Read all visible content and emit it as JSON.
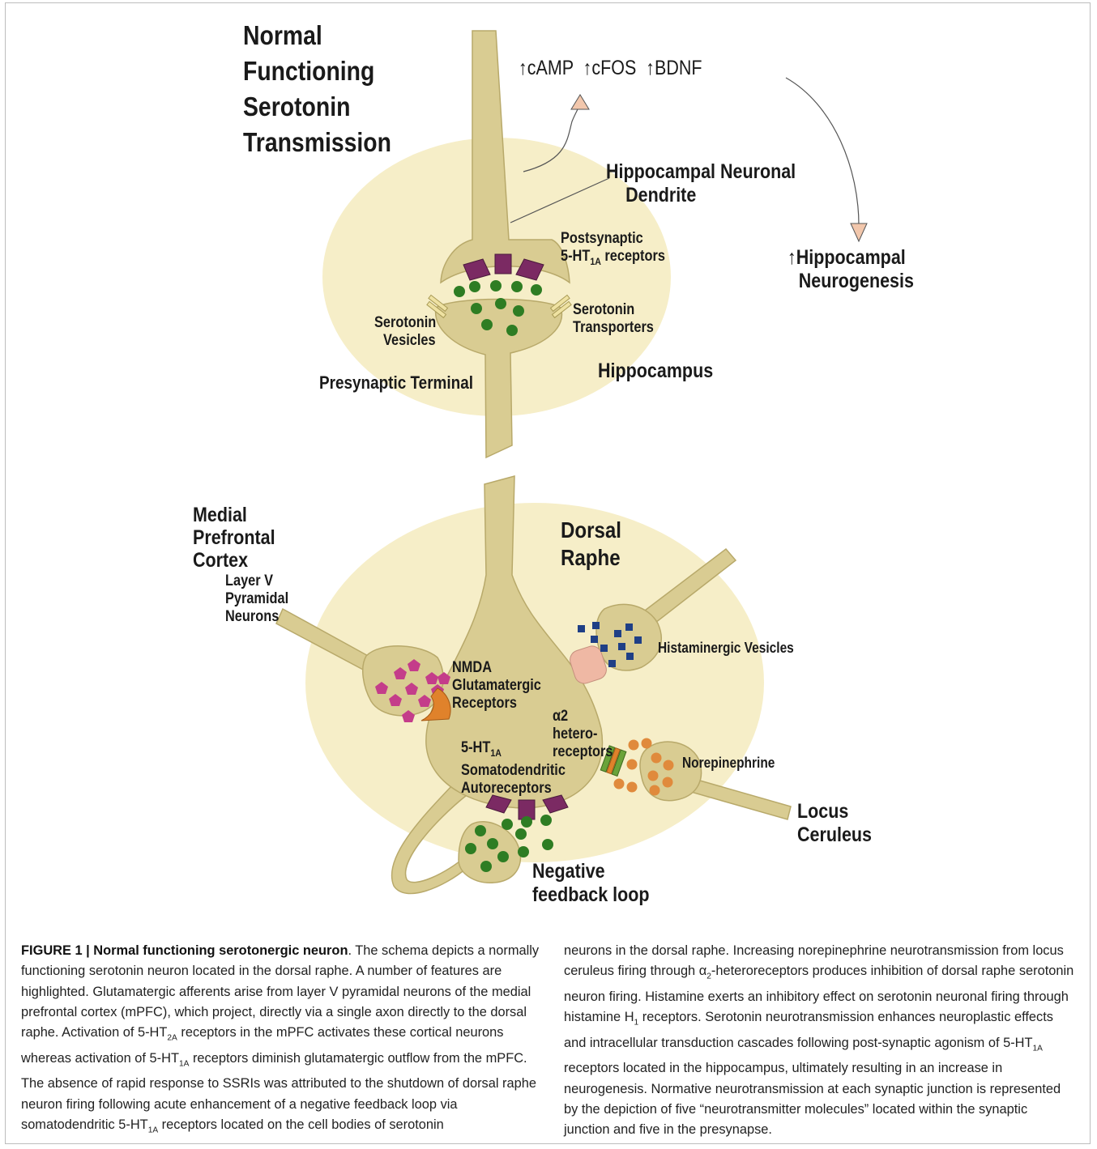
{
  "diagram": {
    "hippocampus_panel": {
      "title_lines": [
        "Normal",
        "Functioning",
        "Serotonin",
        "Transmission"
      ],
      "effects_label": "↑cAMP  ↑cFOS  ↑BDNF",
      "dendrite_label_lines": [
        "Hippocampal Neuronal",
        "Dendrite"
      ],
      "postsynaptic_label_lines": [
        "Postsynaptic",
        "5-HT",
        "1A",
        " receptors"
      ],
      "vesicles_label_lines": [
        "Serotonin",
        "Vesicles"
      ],
      "transporters_label_lines": [
        "Serotonin",
        "Transporters"
      ],
      "presynaptic_label": "Presynaptic Terminal",
      "region_label": "Hippocampus",
      "neurogenesis_label_lines": [
        "↑Hippocampal",
        "Neurogenesis"
      ]
    },
    "raphe_panel": {
      "mpfc_label_lines": [
        "Medial",
        "Prefrontal",
        "Cortex"
      ],
      "pyramidal_label_lines": [
        "Layer V",
        "Pyramidal",
        "Neurons"
      ],
      "region_label_lines": [
        "Dorsal",
        "Raphe"
      ],
      "histaminergic_label": "Histaminergic Vesicles",
      "nmda_label_lines": [
        "NMDA",
        "Glutamatergic",
        "Receptors"
      ],
      "alpha2_label_lines": [
        "α2",
        "hetero-",
        "receptors"
      ],
      "autoreceptor_label_lines": [
        "5-HT",
        "1A",
        "Somatodendritic",
        "Autoreceptors"
      ],
      "norepinephrine_label": "Norepinephrine",
      "locus_label_lines": [
        "Locus",
        "Ceruleus"
      ],
      "feedback_label_lines": [
        "Negative",
        "feedback loop"
      ]
    },
    "colors": {
      "neuron_fill": "#d9cc92",
      "neuron_stroke": "#b8a96a",
      "region_fill": "#f6eec8",
      "receptor_purple": "#7b2a63",
      "vesicle_green": "#2e7d23",
      "histamine_blue": "#1f3f86",
      "glutamate_pink": "#c43d8a",
      "nmda_orange": "#e0822b",
      "norepinephrine_orange": "#e08a3c",
      "alpha2_green": "#6aa33a",
      "histamine_receptor_pink": "#efb8a4",
      "arrow_fill": "#f2c7ac"
    }
  },
  "caption": {
    "label": "FIGURE 1 | Normal functioning serotonergic neuron",
    "left": {
      "t1": ". The schema depicts a normally functioning serotonin neuron located in the dorsal raphe. A number of features are highlighted. Glutamatergic afferents arise from layer V pyramidal neurons of the medial prefrontal cortex (mPFC), which project, directly via a single axon directly to the dorsal raphe. Activation of 5-HT",
      "s1": "2A",
      "t2": " receptors in the mPFC activates these cortical neurons whereas activation of 5-HT",
      "s2": "1A",
      "t3": " receptors diminish glutamatergic outflow from the mPFC. The absence of rapid response to SSRIs was attributed to the shutdown of dorsal raphe neuron firing following acute enhancement of a negative feedback loop via somatodendritic 5-HT",
      "s3": "1A",
      "t4": " receptors located on the cell bodies of serotonin"
    },
    "right": {
      "t1": "neurons in the dorsal raphe. Increasing norepinephrine neurotransmission from locus ceruleus firing through α",
      "s1": "2",
      "t2": "-heteroreceptors produces inhibition of dorsal raphe serotonin neuron firing. Histamine exerts an inhibitory effect on serotonin neuronal firing through histamine H",
      "s2": "1",
      "t3": " receptors. Serotonin neurotransmission enhances neuroplastic effects and intracellular transduction cascades following post-synaptic agonism of 5-HT",
      "s3": "1A",
      "t4": " receptors located in the hippocampus, ultimately resulting in an increase in neurogenesis. Normative neurotransmission at each synaptic junction is represented by the depiction of five “neurotransmitter molecules” located within the synaptic junction and five in the presynapse."
    }
  }
}
